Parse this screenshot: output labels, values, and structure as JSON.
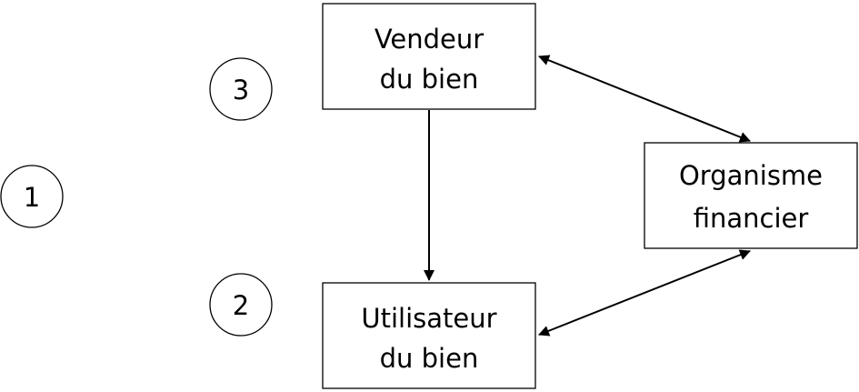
{
  "markers": {
    "one": "1",
    "two": "2",
    "three": "3"
  },
  "boxes": {
    "seller": {
      "line1": "Vendeur",
      "line2": "du bien"
    },
    "user": {
      "line1": "Utilisateur",
      "line2": "du bien"
    },
    "financial": {
      "line1": "Organisme",
      "line2": "financier"
    }
  }
}
